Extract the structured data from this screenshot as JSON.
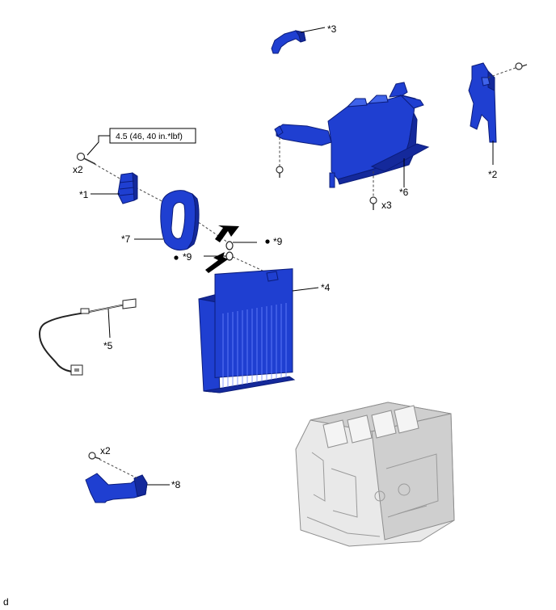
{
  "callouts": {
    "c1": "*1",
    "c2": "*2",
    "c3": "*3",
    "c4": "*4",
    "c5": "*5",
    "c6": "*6",
    "c7": "*7",
    "c8": "*8",
    "c9a": "*9",
    "c9b": "*9"
  },
  "quantities": {
    "bolt_left": "x2",
    "screws_center": "x3",
    "screws_bottom": "x2"
  },
  "torque_spec": "4.5 (46, 40 in.*lbf)",
  "corner_mark": "d",
  "colors": {
    "part_blue": "#1f3fd1",
    "housing_grey": "#e9e9e9"
  }
}
